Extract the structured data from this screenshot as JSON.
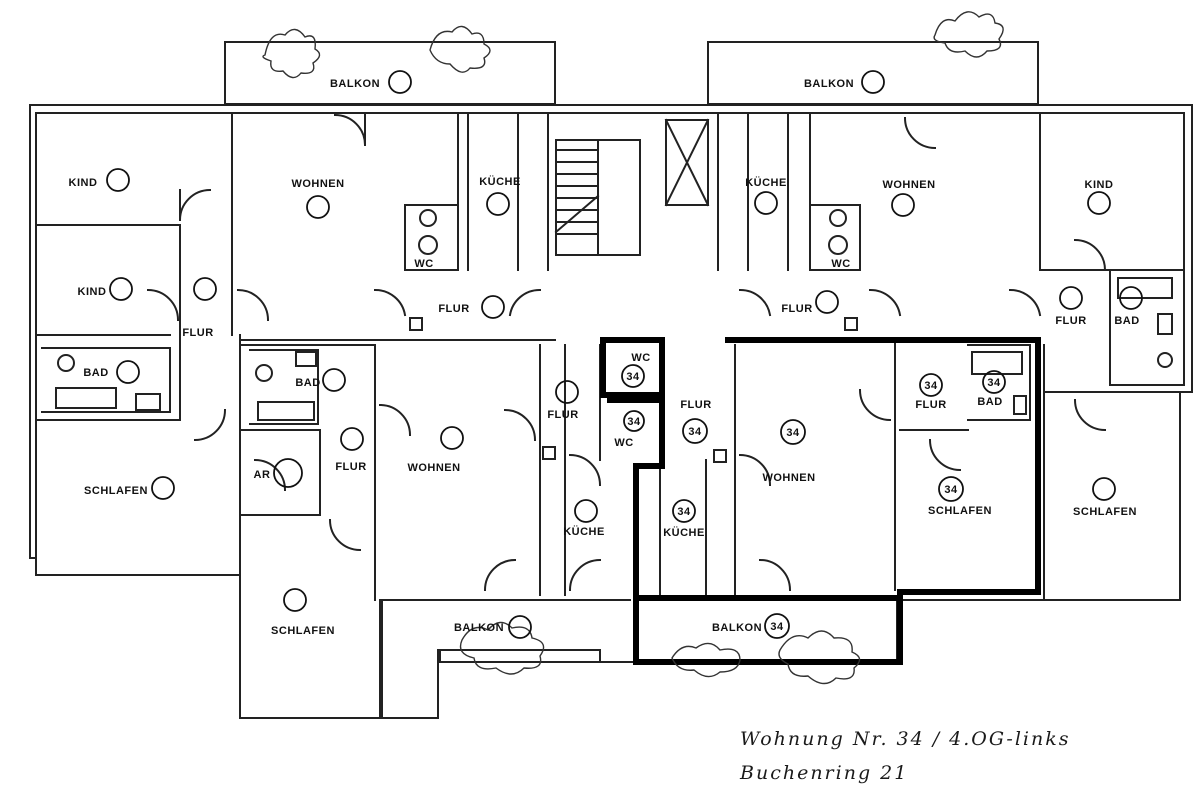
{
  "rooms": [
    {
      "id": "balkon-nw",
      "label": "BALKON",
      "unit": ""
    },
    {
      "id": "balkon-ne",
      "label": "BALKON",
      "unit": ""
    },
    {
      "id": "kind-1",
      "label": "KIND",
      "unit": ""
    },
    {
      "id": "kind-2",
      "label": "KIND",
      "unit": ""
    },
    {
      "id": "kind-3",
      "label": "KIND",
      "unit": ""
    },
    {
      "id": "wohnen-1",
      "label": "WOHNEN",
      "unit": ""
    },
    {
      "id": "wohnen-2",
      "label": "WOHNEN",
      "unit": ""
    },
    {
      "id": "wohnen-3",
      "label": "WOHNEN",
      "unit": ""
    },
    {
      "id": "wohnen-34",
      "label": "WOHNEN",
      "unit": "34"
    },
    {
      "id": "kueche-1",
      "label": "KÜCHE",
      "unit": ""
    },
    {
      "id": "kueche-2",
      "label": "KÜCHE",
      "unit": ""
    },
    {
      "id": "kueche-3",
      "label": "KÜCHE",
      "unit": ""
    },
    {
      "id": "kueche-34",
      "label": "KÜCHE",
      "unit": "34"
    },
    {
      "id": "wc-1",
      "label": "WC",
      "unit": ""
    },
    {
      "id": "wc-2",
      "label": "WC",
      "unit": ""
    },
    {
      "id": "wc-34a",
      "label": "WC",
      "unit": "34"
    },
    {
      "id": "wc-34b",
      "label": "WC",
      "unit": "34"
    },
    {
      "id": "flur-1",
      "label": "FLUR",
      "unit": ""
    },
    {
      "id": "flur-2",
      "label": "FLUR",
      "unit": ""
    },
    {
      "id": "flur-3",
      "label": "FLUR",
      "unit": ""
    },
    {
      "id": "flur-4",
      "label": "FLUR",
      "unit": ""
    },
    {
      "id": "flur-5",
      "label": "FLUR",
      "unit": ""
    },
    {
      "id": "flur-6",
      "label": "FLUR",
      "unit": ""
    },
    {
      "id": "flur-34a",
      "label": "FLUR",
      "unit": "34"
    },
    {
      "id": "flur-34b",
      "label": "FLUR",
      "unit": "34"
    },
    {
      "id": "bad-1",
      "label": "BAD",
      "unit": ""
    },
    {
      "id": "bad-2",
      "label": "BAD",
      "unit": ""
    },
    {
      "id": "bad-3",
      "label": "BAD",
      "unit": ""
    },
    {
      "id": "bad-34",
      "label": "BAD",
      "unit": "34"
    },
    {
      "id": "schlafen-1",
      "label": "SCHLAFEN",
      "unit": ""
    },
    {
      "id": "schlafen-2",
      "label": "SCHLAFEN",
      "unit": ""
    },
    {
      "id": "schlafen-3",
      "label": "SCHLAFEN",
      "unit": ""
    },
    {
      "id": "schlafen-34",
      "label": "SCHLAFEN",
      "unit": "34"
    },
    {
      "id": "ar",
      "label": "AR",
      "unit": ""
    },
    {
      "id": "balkon-sw",
      "label": "BALKON",
      "unit": ""
    },
    {
      "id": "balkon-34",
      "label": "BALKON",
      "unit": "34"
    }
  ],
  "caption": {
    "line1": "Wohnung Nr. 34 / 4.OG-links",
    "line2": "Buchenring 21"
  }
}
